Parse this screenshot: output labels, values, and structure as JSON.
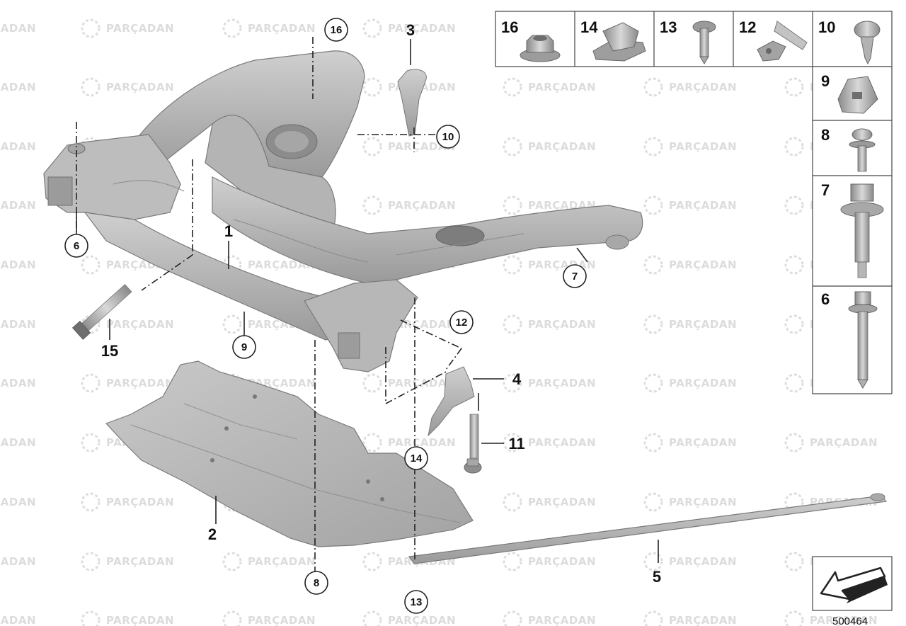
{
  "watermark": {
    "text": "PARÇADAN"
  },
  "callouts": {
    "c1": "1",
    "c2": "2",
    "c3": "3",
    "c4": "4",
    "c5": "5",
    "c6": "6",
    "c7": "7",
    "c8": "8",
    "c9": "9",
    "c10": "10",
    "c11": "11",
    "c12": "12",
    "c13": "13",
    "c14": "14",
    "c15": "15",
    "c16": "16"
  },
  "parts_table": {
    "top_row": [
      "16",
      "14",
      "13",
      "12",
      "10"
    ],
    "side_col": [
      "9",
      "8",
      "7",
      "6"
    ]
  },
  "diagram_code": "500464",
  "colors": {
    "part_fill": "#b9b9b9",
    "part_dark": "#8e8e8e",
    "part_light": "#d6d6d6",
    "line": "#222222",
    "watermark": "#dcdcdc"
  }
}
